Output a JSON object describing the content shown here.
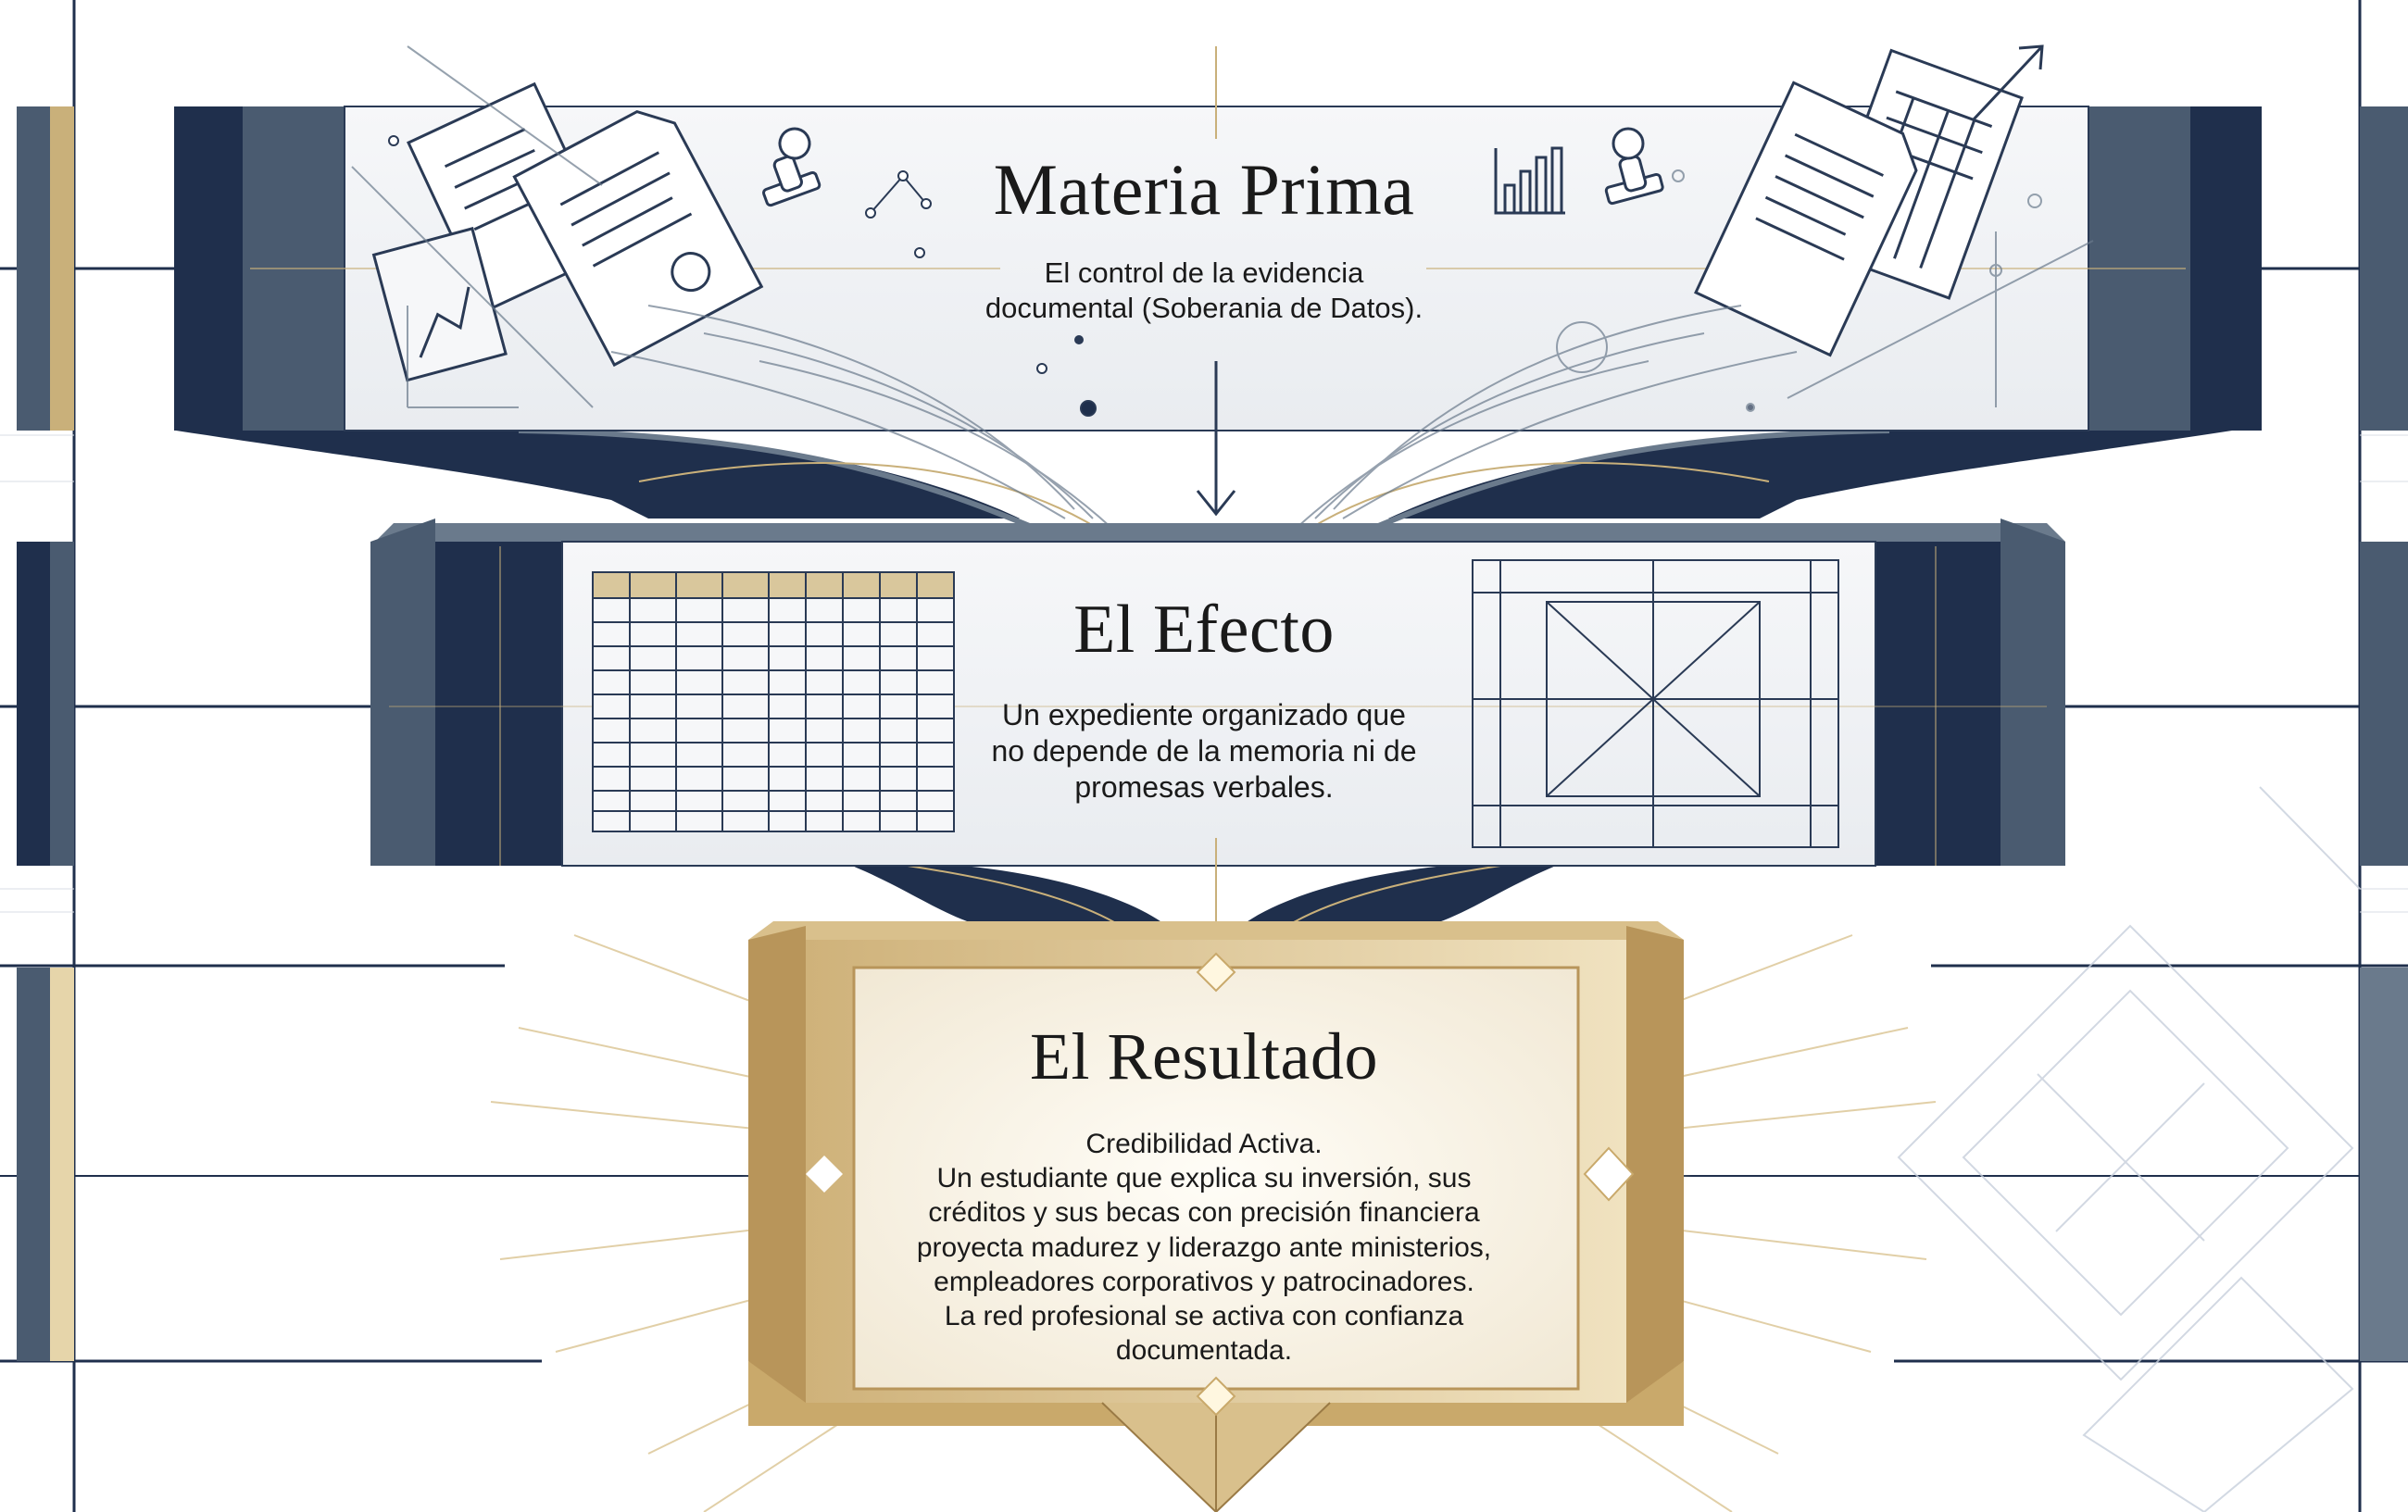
{
  "stages": [
    {
      "title": "Materia Prima",
      "description": [
        "El control de la evidencia",
        "documental (Soberania de Datos)."
      ]
    },
    {
      "title": "El Efecto",
      "description": [
        "Un expediente organizado que",
        "no depende de la memoria ni de",
        "promesas verbales."
      ]
    },
    {
      "title": "El Resultado",
      "description": [
        "Credibilidad Activa.",
        "Un estudiante que explica su inversión, sus",
        "créditos y sus becas con precisión financiera",
        "proyecta madurez y liderazgo ante ministerios,",
        "empleadores corporativos y patrocinadores.",
        "La red profesional se activa con confianza",
        "documentada."
      ]
    }
  ],
  "colors": {
    "navy": "#1f2f4c",
    "slate": "#4a5b70",
    "steel": "#6a7a8c",
    "gold": "#c4a46a",
    "paper": "#f1f3f6",
    "line": "#2a3a55"
  }
}
